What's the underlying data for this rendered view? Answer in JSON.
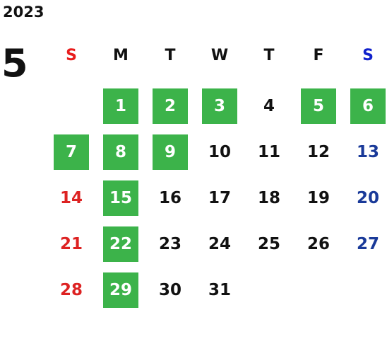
{
  "calendar": {
    "year": "2023",
    "month": "5",
    "weekdays": [
      "S",
      "M",
      "T",
      "W",
      "T",
      "F",
      "S"
    ],
    "first_weekday_index": 1,
    "days_in_month": 31,
    "highlighted_days": [
      1,
      2,
      3,
      5,
      6,
      7,
      8,
      9,
      15,
      22,
      29
    ],
    "colors": {
      "highlight": "#3cb34a",
      "sunday": "#dd2222",
      "saturday": "#1a3a99",
      "default": "#111111"
    }
  }
}
